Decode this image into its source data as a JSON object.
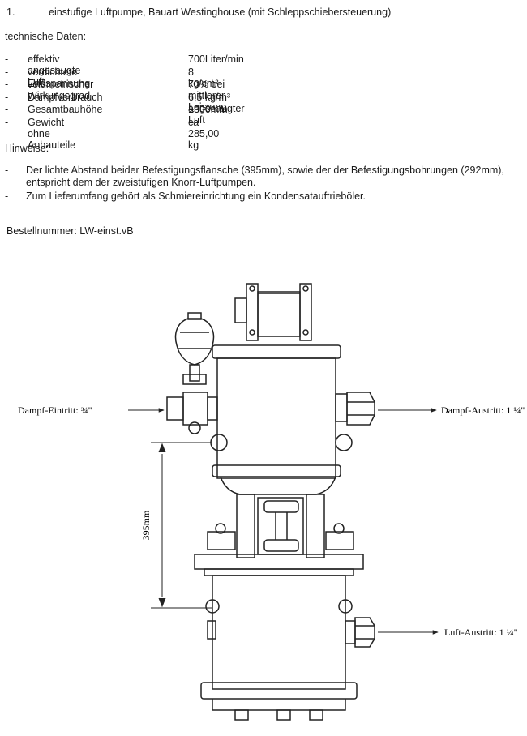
{
  "heading": {
    "number": "1.",
    "title": "einstufige Luftpumpe, Bauart Westinghouse (mit Schleppschiebersteuerung)"
  },
  "specs": {
    "title": "technische Daten:",
    "rows": [
      {
        "label": "effektiv angesaugte Luft",
        "value": "700Liter/min"
      },
      {
        "label": "verdichtete Endspannung",
        "value": "8 kg/cm²"
      },
      {
        "label": "volumetrischer Wirkungsgrad",
        "value": "70% bei mittlerer Leistung"
      },
      {
        "label": "Dampfverbrauch",
        "value": "6,5 kg/m³ angesaugter Luft"
      },
      {
        "label": "Gesamtbauhöhe",
        "value": "1300mm"
      },
      {
        "label": "Gewicht ohne Anbauteile",
        "value": "ca 285,00 kg"
      }
    ]
  },
  "notes": {
    "title": "Hinweise:",
    "items": [
      "Der lichte Abstand beider Befestigungsflansche (395mm), sowie der der Befestigungsbohrungen (292mm), entspricht dem der zweistufigen Knorr-Luftpumpen.",
      "Zum Lieferumfang gehört als Schmiereinrichtung ein Kondensatauftrieböler."
    ]
  },
  "order_number": "Bestellnummer: LW-einst.vB",
  "diagram": {
    "steam_inlet": "Dampf-Eintritt: ¾\"",
    "steam_outlet": "Dampf-Austritt: 1 ¼\"",
    "air_outlet": "Luft-Austritt: 1 ¼\"",
    "dimension": "395mm"
  }
}
